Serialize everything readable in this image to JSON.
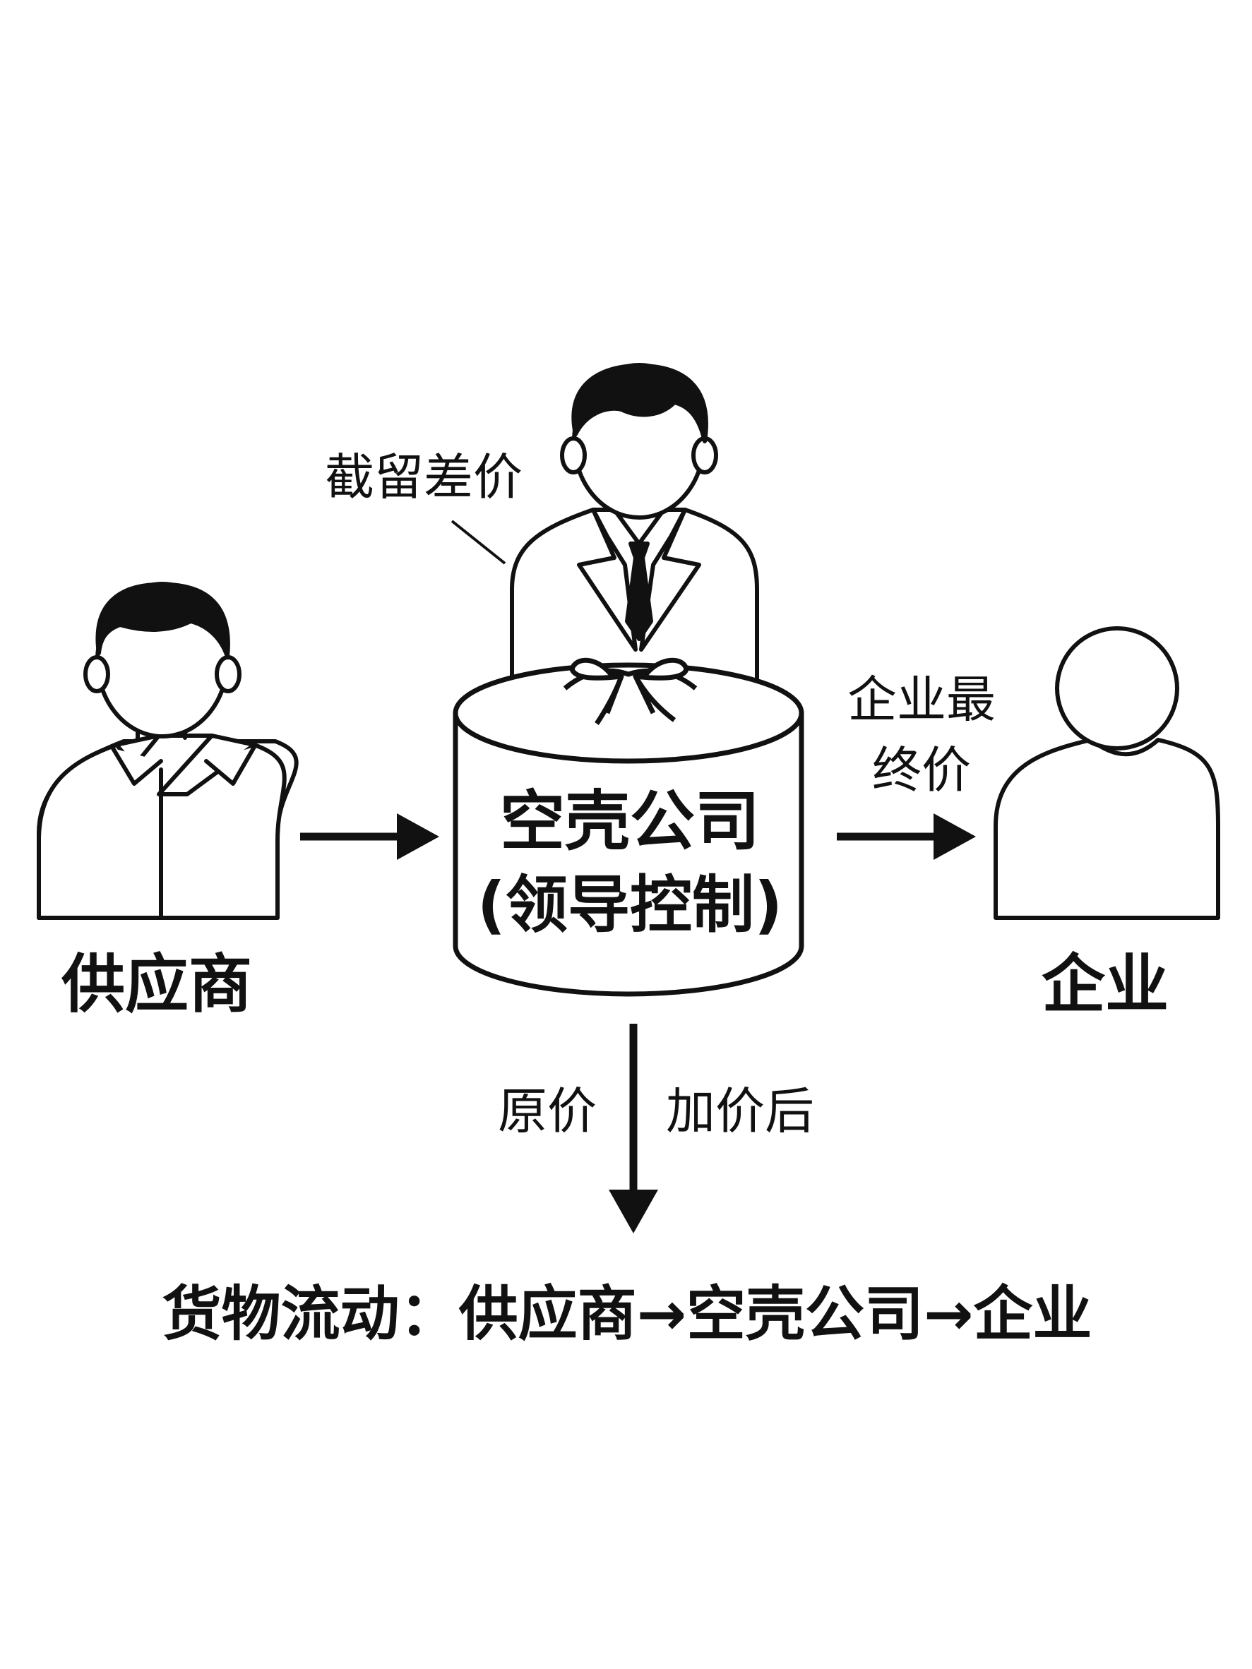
{
  "colors": {
    "ink": "#111111",
    "background": "#ffffff"
  },
  "nodes": {
    "supplier": {
      "label": "供应商"
    },
    "shell_company": {
      "line1": "空壳公司",
      "line2": "(领导控制)"
    },
    "enterprise": {
      "label": "企业"
    }
  },
  "annotations": {
    "intercept_difference": "截留差价",
    "enterprise_final_price_line1": "企业最",
    "enterprise_final_price_line2": "终价",
    "original_price": "原价",
    "marked_up_price": "加价后"
  },
  "caption": "货物流动：供应商→空壳公司→企业"
}
